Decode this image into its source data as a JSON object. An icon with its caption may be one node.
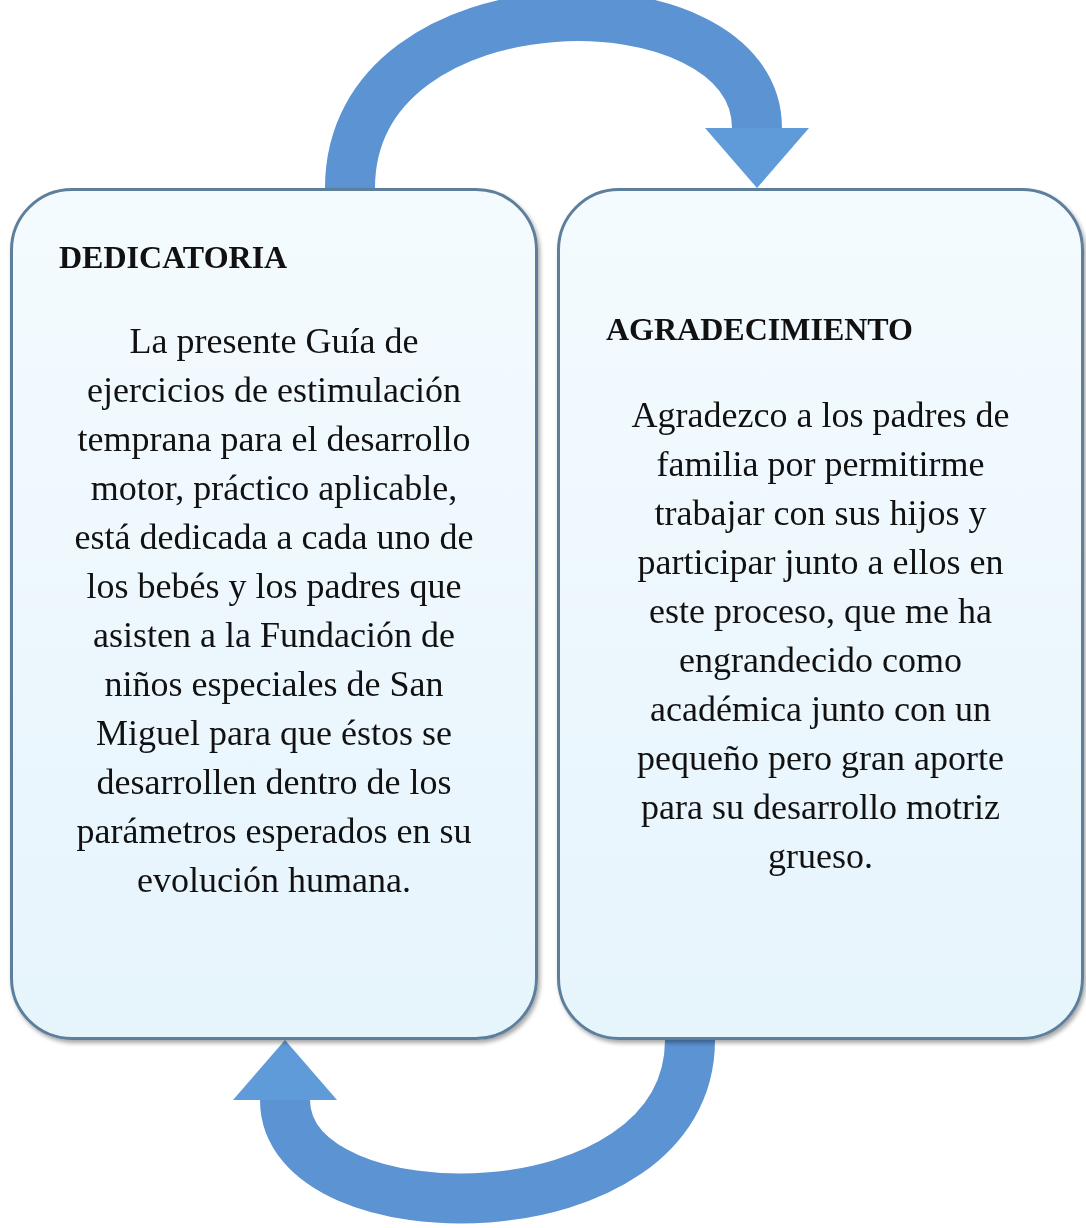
{
  "diagram": {
    "nodes": [
      {
        "text": [
          "DEDICATORIA",
          "La presente Guía de ejercicios de estimulación temprana para el desarrollo motor, práctico aplicable, está dedicada a cada uno de los bebés y los padres que asisten a la Fundación de niños especiales de San Miguel para que éstos se desarrollen dentro de los parámetros esperados en su evolución humana."
        ]
      },
      {
        "text": [
          "AGRADECIMIENTO",
          "Agradezco a los padres de familia por permitirme trabajar con sus hijos y participar junto a ellos en este proceso, que me ha engrandecido como académica junto con un pequeño pero gran aporte para su desarrollo motriz grueso."
        ]
      }
    ],
    "edges": [
      {
        "from": 0,
        "to": 1,
        "arrow": "to"
      },
      {
        "from": 1,
        "to": 0,
        "arrow": "to"
      }
    ]
  }
}
